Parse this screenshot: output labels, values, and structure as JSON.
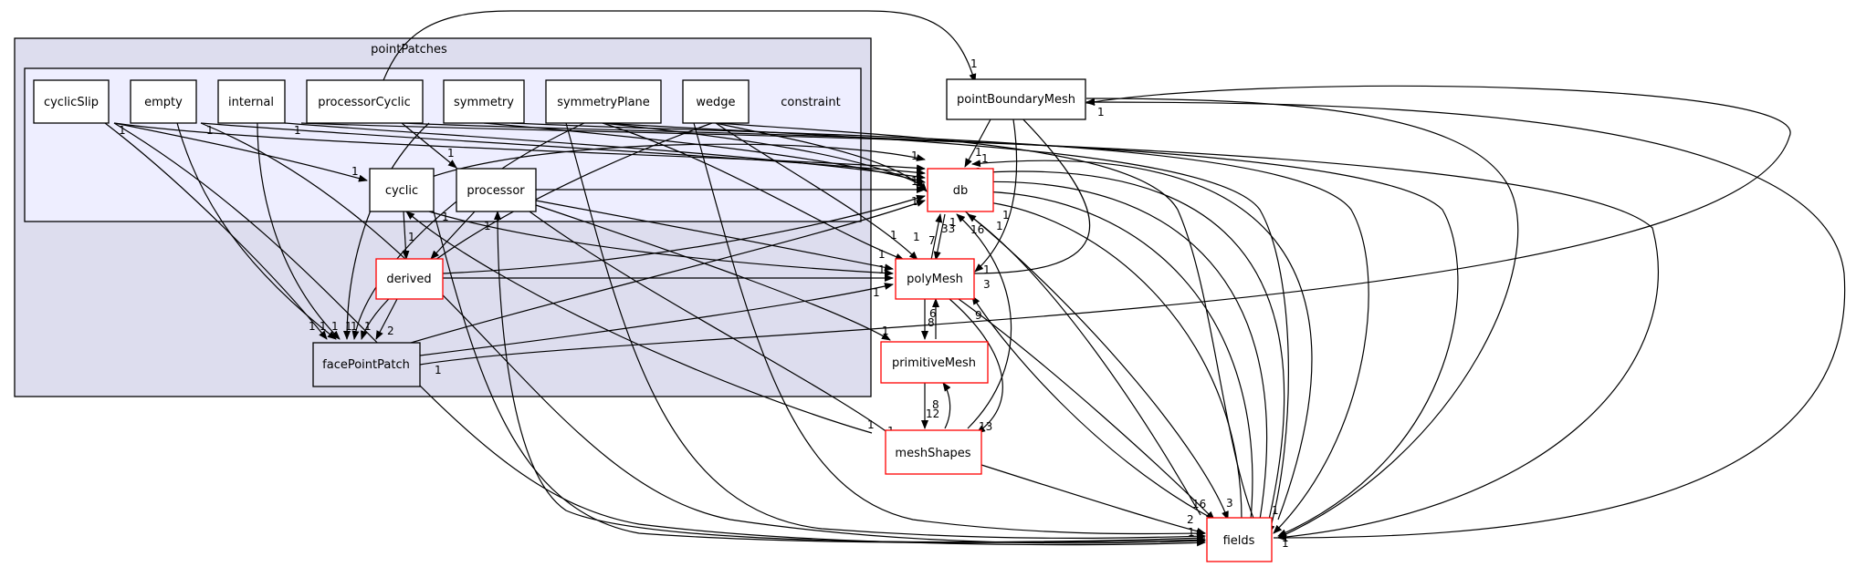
{
  "clusters": {
    "outer": {
      "label": "pointPatches"
    },
    "inner": {
      "label": "constraint"
    }
  },
  "nodes": {
    "cyclicSlip": "cyclicSlip",
    "empty": "empty",
    "internal": "internal",
    "processorCyclic": "processorCyclic",
    "symmetry": "symmetry",
    "symmetryPlane": "symmetryPlane",
    "wedge": "wedge",
    "cyclic": "cyclic",
    "processor": "processor",
    "derived": "derived",
    "facePointPatch": "facePointPatch",
    "pointBoundaryMesh": "pointBoundaryMesh",
    "db": "db",
    "polyMesh": "polyMesh",
    "primitiveMesh": "primitiveMesh",
    "meshShapes": "meshShapes",
    "fields": "fields"
  },
  "colors": {
    "outer_fill": "#ddddee",
    "inner_fill": "#eeeeff",
    "node_border_plain": "#000000",
    "node_border_external": "#ff0000"
  },
  "edge_labels": {
    "procCyclic_pbm": "1",
    "pbm_db": "1",
    "pbm_fields": "1",
    "pbm_side": "1",
    "fpp_pbm": "1",
    "cyclicSlip_in": "1",
    "empty_in": "1",
    "internal_in": "1",
    "cyclic_in": "1",
    "cyclic_in2": "1",
    "processor_in": "1",
    "fpp_a": "1",
    "fpp_b": "1",
    "fpp_c": "1",
    "fpp_d": "1",
    "fpp_e": "1",
    "fpp_f": "1",
    "derived_fpp": "2",
    "cyclic_derived": "1",
    "processor_derived": "1",
    "db_a": "1",
    "db_b": "1",
    "db_c": "1",
    "db_d": "1",
    "db_e": "1",
    "db_f": "1",
    "db_g": "16",
    "db_h": "1",
    "db_i": "1",
    "db_j": "33",
    "db_k": "1",
    "polyMesh_a": "1",
    "polyMesh_b": "1",
    "polyMesh_c": "1",
    "polyMesh_d": "1",
    "polyMesh_e": "1",
    "polyMesh_f": "1",
    "polyMesh_7": "7",
    "polyMesh_3": "3",
    "polyMesh_1r": "1",
    "prim_1": "1",
    "prim_6": "6",
    "prim_8": "8",
    "prim_8b": "8",
    "prim_12": "12",
    "ms_1a": "1",
    "ms_1b": "1",
    "ms_13": "13",
    "ms_9": "9",
    "fields_16": "16",
    "fields_3": "3",
    "fields_2": "2",
    "fields_1a": "1",
    "fields_1b": "1",
    "fields_1c": "1"
  }
}
